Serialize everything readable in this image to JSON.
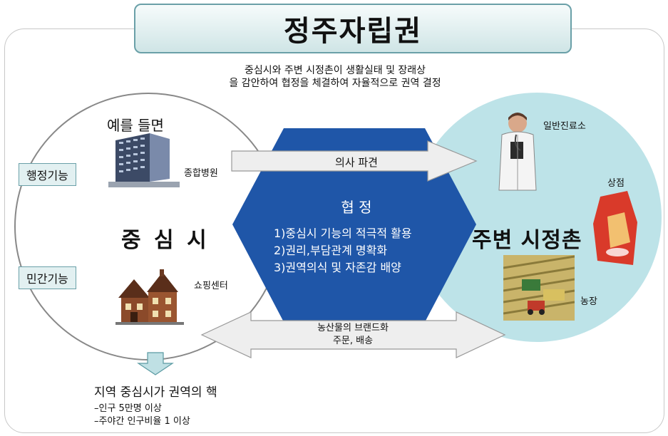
{
  "title": "정주자립권",
  "subtitle": {
    "line1": "중심시와 주변 시정촌이 생활실태 및 장래상",
    "line2": "을 감안하여 협정을 체결하여 자율적으로 권역 결정"
  },
  "left": {
    "example": "예를 들면",
    "admin_label": "행정기능",
    "private_label": "민간기능",
    "center": "중 심 시",
    "hospital_label": "종합병원",
    "shopping_label": "쇼핑센터"
  },
  "right": {
    "center": "주변 시정촌",
    "clinic_label": "일반진료소",
    "store_label": "상점",
    "farm_label": "농장"
  },
  "agreement": {
    "title": "협   정",
    "items": [
      "1)중심시 기능의 적극적 활용",
      "2)권리,부담관계 명확화",
      "3)권역의식 및 자존감 배양"
    ]
  },
  "arrows": {
    "top": "의사 파견",
    "bottom_line1": "농산물의 브랜드화",
    "bottom_line2": "주문, 배송"
  },
  "bottom_note": {
    "main": "지역 중심시가 권역의 핵",
    "items": [
      "–인구 5만명 이상",
      "–주야간 인구비율 1 이상"
    ]
  },
  "colors": {
    "hexagon": "#1f56a8",
    "right_circle": "#bde3e8",
    "label_box": "#e2f0f1",
    "arrow_fill": "#eeeeee"
  }
}
